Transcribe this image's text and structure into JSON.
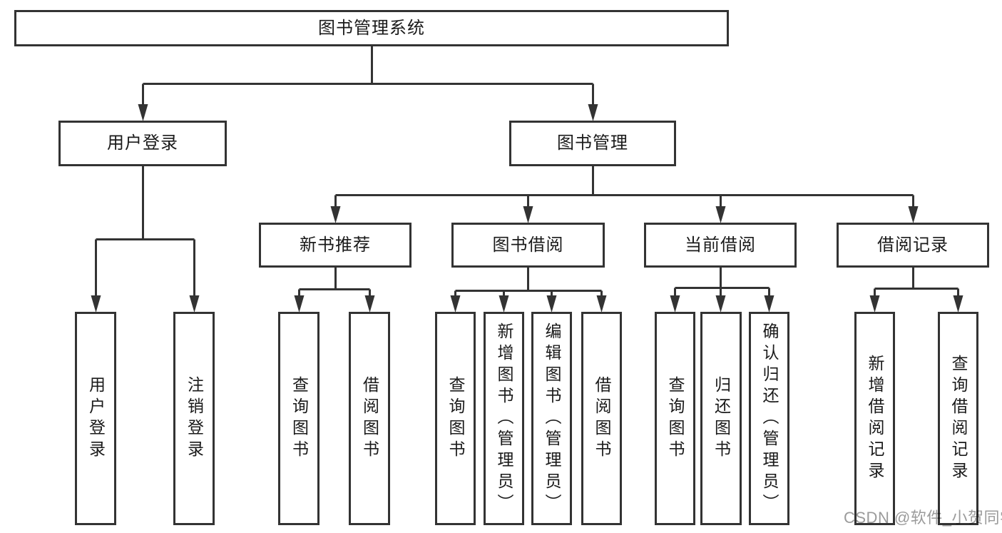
{
  "colors": {
    "background": "#ffffff",
    "line": "#333333",
    "box_border": "#333333",
    "box_fill": "#ffffff",
    "text": "#1a1a1a",
    "watermark_text": "#9b9b9b"
  },
  "watermark": {
    "text": "CSDN @软件_小贺同学"
  },
  "tree": {
    "root": {
      "label": "图书管理系统",
      "children": [
        {
          "label": "用户登录",
          "children": [
            {
              "label": "用户登录"
            },
            {
              "label": "注销登录"
            }
          ]
        },
        {
          "label": "图书管理",
          "children": [
            {
              "label": "新书推荐",
              "children": [
                {
                  "label": "查询图书"
                },
                {
                  "label": "借阅图书"
                }
              ]
            },
            {
              "label": "图书借阅",
              "children": [
                {
                  "label": "查询图书"
                },
                {
                  "label": "新增图书（管理员）"
                },
                {
                  "label": "编辑图书（管理员）"
                },
                {
                  "label": "借阅图书"
                }
              ]
            },
            {
              "label": "当前借阅",
              "children": [
                {
                  "label": "查询图书"
                },
                {
                  "label": "归还图书"
                },
                {
                  "label": "确认归还（管理员）"
                }
              ]
            },
            {
              "label": "借阅记录",
              "children": [
                {
                  "label": "新增借阅记录"
                },
                {
                  "label": "查询借阅记录"
                }
              ]
            }
          ]
        }
      ]
    }
  }
}
